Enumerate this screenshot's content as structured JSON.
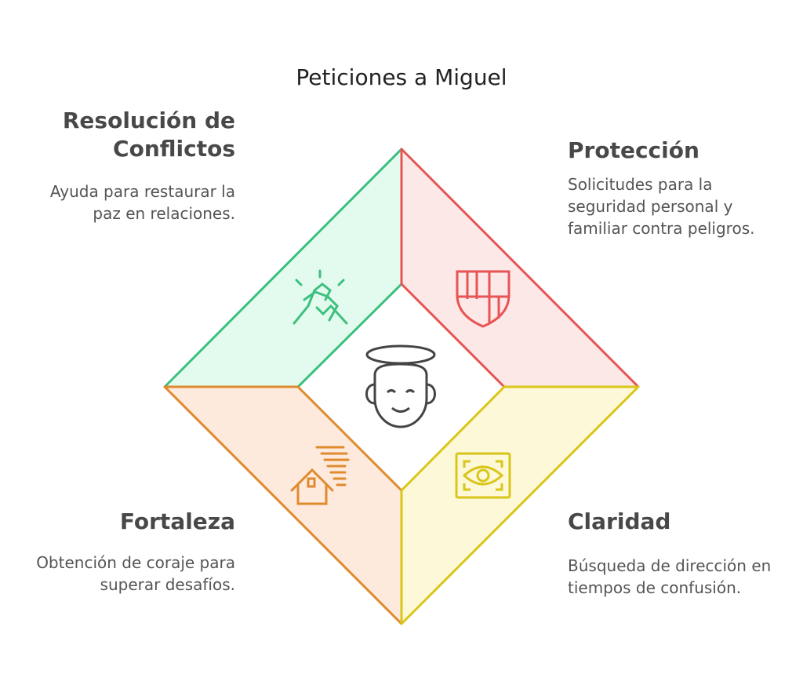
{
  "title": "Peticiones a Miguel",
  "sections": [
    {
      "heading": "Resolución de Conflictos",
      "text": "Ayuda para restaurar la paz en relaciones.",
      "color": "#3cc07f",
      "icon": "handshake-icon"
    },
    {
      "heading": "Protección",
      "text": "Solicitudes para la seguridad personal y familiar contra peligros.",
      "color": "#e85454",
      "icon": "shield-icon"
    },
    {
      "heading": "Fortaleza",
      "text": "Obtención de coraje para superar desafíos.",
      "color": "#e08a2e",
      "icon": "house-wind-icon"
    },
    {
      "heading": "Claridad",
      "text": "Búsqueda de dirección en tiempos de confusión.",
      "color": "#d9c619",
      "icon": "eye-icon"
    }
  ],
  "center_icon": "angel-face-icon"
}
